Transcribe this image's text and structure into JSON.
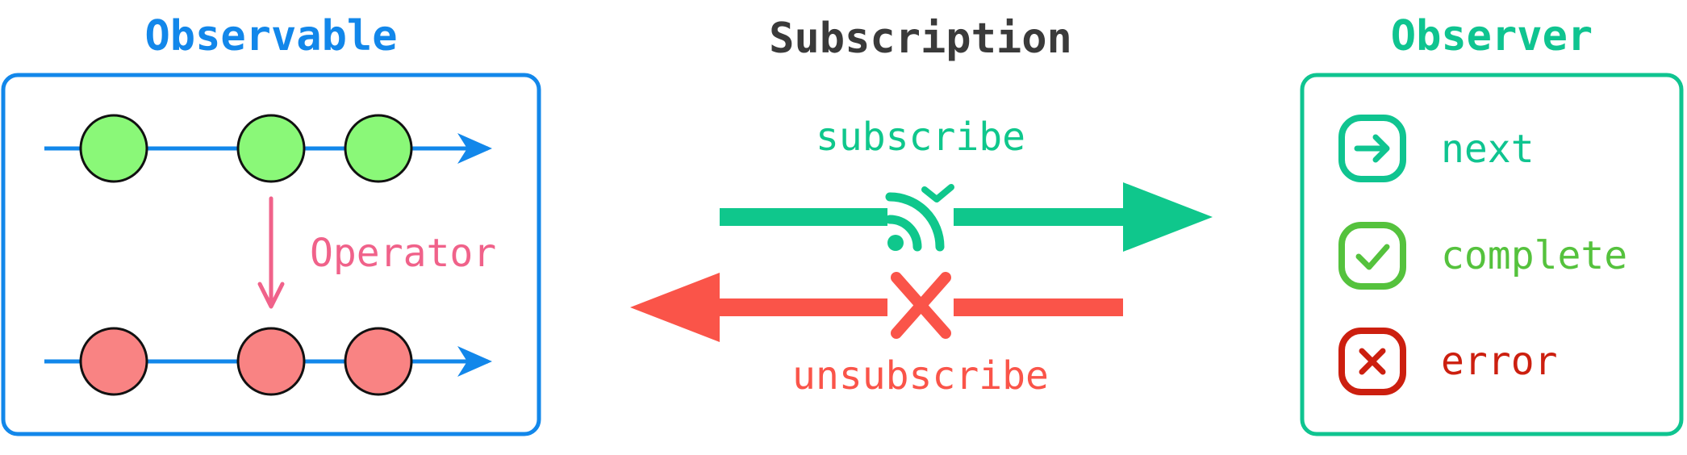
{
  "observable": {
    "title": "Observable",
    "operator_label": "Operator"
  },
  "subscription": {
    "title": "Subscription",
    "subscribe_label": "subscribe",
    "unsubscribe_label": "unsubscribe"
  },
  "observer": {
    "title": "Observer",
    "items": [
      {
        "label": "next",
        "icon": "arrow-right-icon",
        "color": "#0fc490"
      },
      {
        "label": "complete",
        "icon": "check-icon",
        "color": "#55c23d"
      },
      {
        "label": "error",
        "icon": "close-icon",
        "color": "#cc1f0f"
      }
    ]
  },
  "colors": {
    "observable_blue": "#1287ea",
    "observer_teal": "#0fc490",
    "subscribe_green": "#0fc78c",
    "unsubscribe_red": "#fa5449",
    "operator_pink": "#f0628a",
    "marble_green": "#8af878",
    "marble_red": "#f98383",
    "heading_gray": "#3a3a3a"
  }
}
